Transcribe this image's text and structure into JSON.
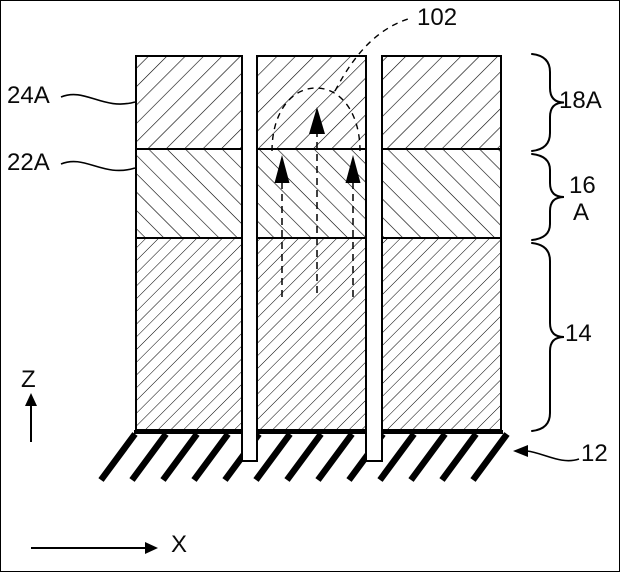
{
  "figure": {
    "type": "patent-cross-section-diagram",
    "labels": {
      "region_102": "102",
      "layer_24A": "24A",
      "layer_22A": "22A",
      "stack_18A": "18A",
      "stack_16A_line1": "16",
      "stack_16A_line2": "A",
      "layer_14": "14",
      "substrate_12": "12",
      "axis_z": "Z",
      "axis_x": "X"
    },
    "colors": {
      "line": "#000000",
      "background": "#ffffff"
    }
  }
}
